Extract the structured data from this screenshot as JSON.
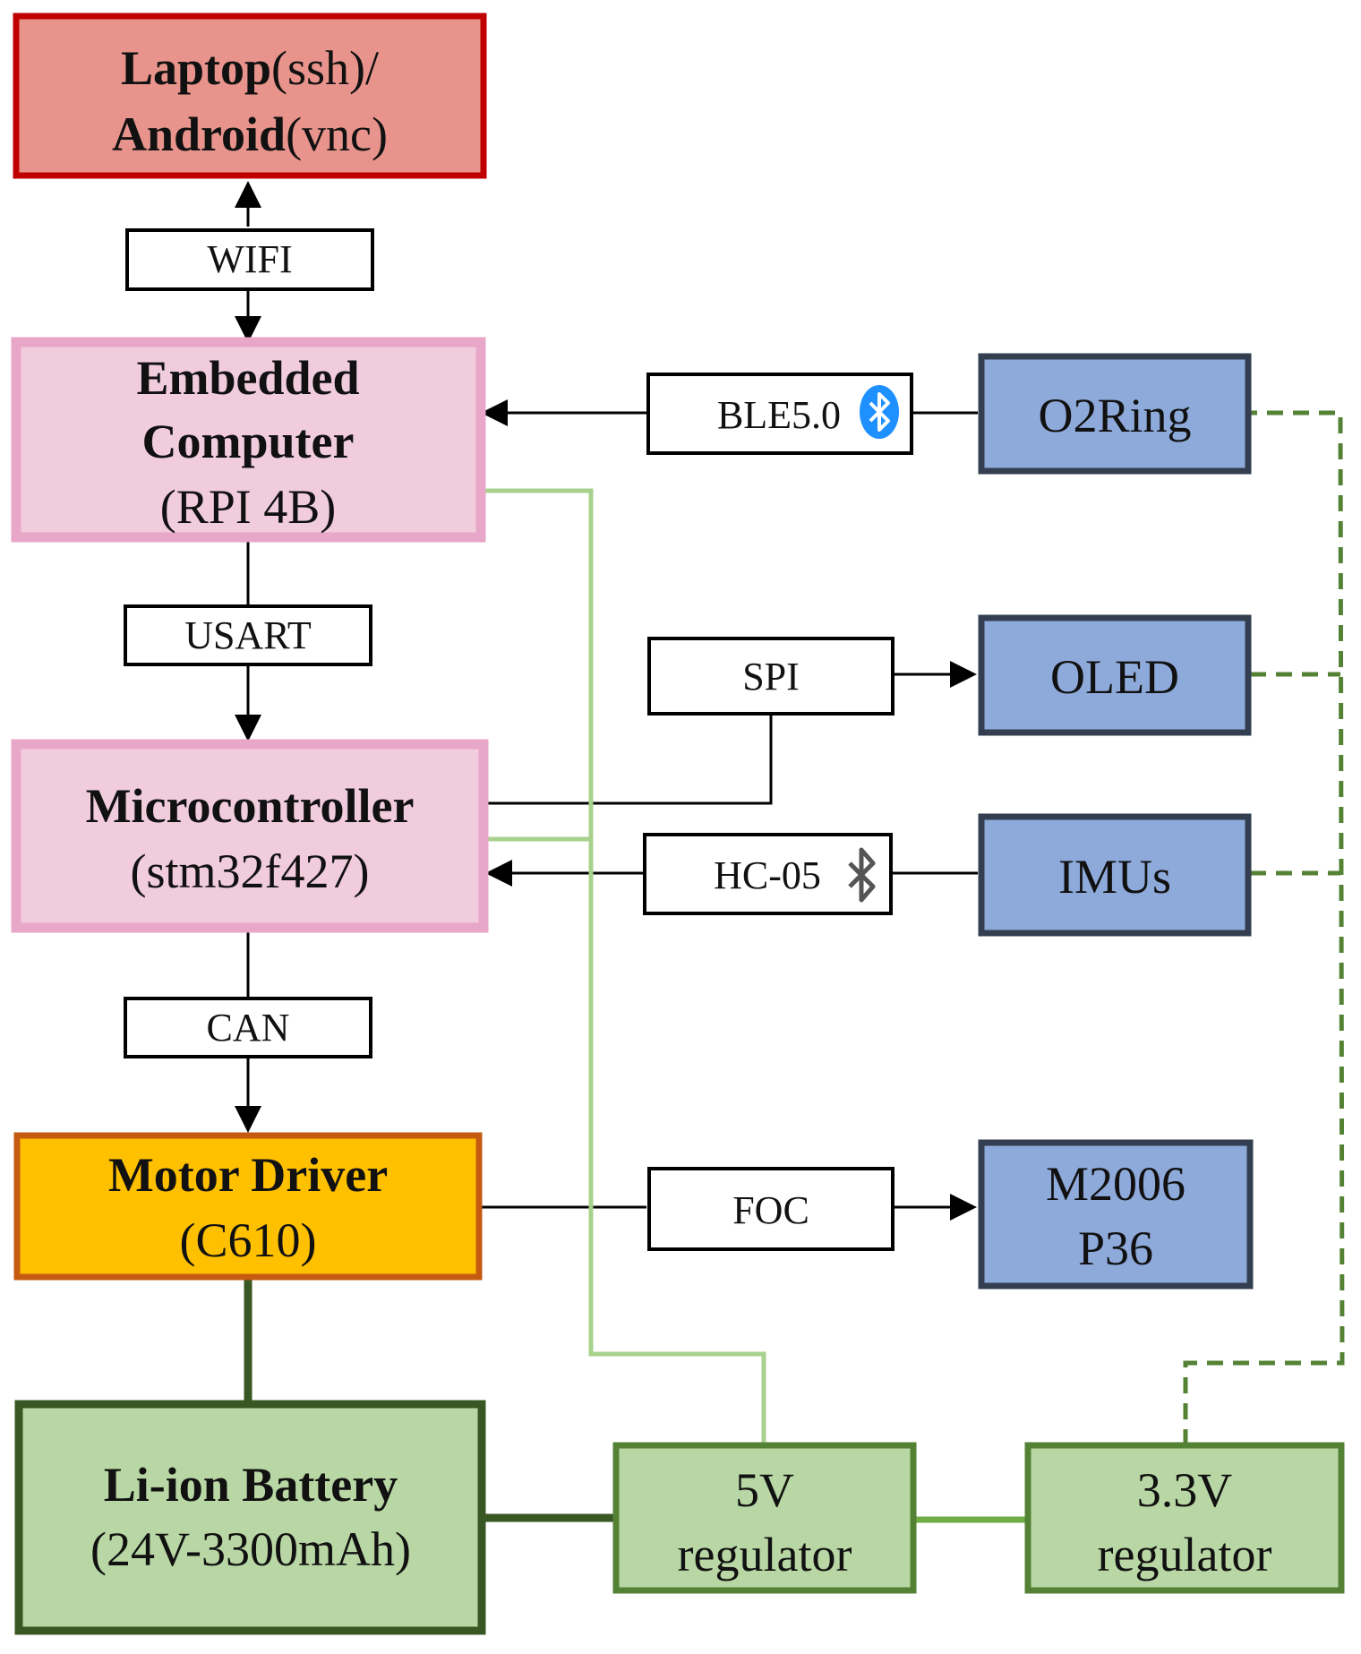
{
  "colors": {
    "laptop_fill": "#E8948C",
    "laptop_border": "#C00000",
    "pink_fill": "#F0CCDC",
    "pink_border": "#E8A6C8",
    "motor_fill": "#FFC000",
    "motor_border": "#C55A11",
    "blue_fill": "#8EAADB",
    "blue_border": "#333F50",
    "green_fill": "#B8D7A4",
    "dark_green": "#385723",
    "mid_green": "#548235",
    "light_green": "#A9D18E",
    "bluetooth_blue": "#1E90FF",
    "bluetooth_gray": "#555555"
  },
  "nodes": {
    "laptop": {
      "line1_bold": "Laptop",
      "line1_rest": "(ssh)/",
      "line2_bold": "Android",
      "line2_rest": "(vnc)"
    },
    "computer": {
      "line1": "Embedded",
      "line2": "Computer",
      "line3": "(RPI 4B)"
    },
    "micro": {
      "line1": "Microcontroller",
      "line2": "(stm32f427)"
    },
    "motor_driver": {
      "line1": "Motor Driver",
      "line2": "(C610)"
    },
    "battery": {
      "line1": "Li-ion Battery",
      "line2": "(24V-3300mAh)"
    },
    "reg5": {
      "line1": "5V",
      "line2": "regulator"
    },
    "reg33": {
      "line1": "3.3V",
      "line2": "regulator"
    },
    "o2ring": {
      "label": "O2Ring"
    },
    "oled": {
      "label": "OLED"
    },
    "imus": {
      "label": "IMUs"
    },
    "motor": {
      "line1": "M2006",
      "line2": "P36"
    }
  },
  "links": {
    "wifi": "WIFI",
    "usart": "USART",
    "can": "CAN",
    "ble": "BLE5.0",
    "spi": "SPI",
    "hc05": "HC-05",
    "foc": "FOC"
  },
  "icons": {
    "ble": "bluetooth-icon",
    "hc05": "bluetooth-icon"
  }
}
